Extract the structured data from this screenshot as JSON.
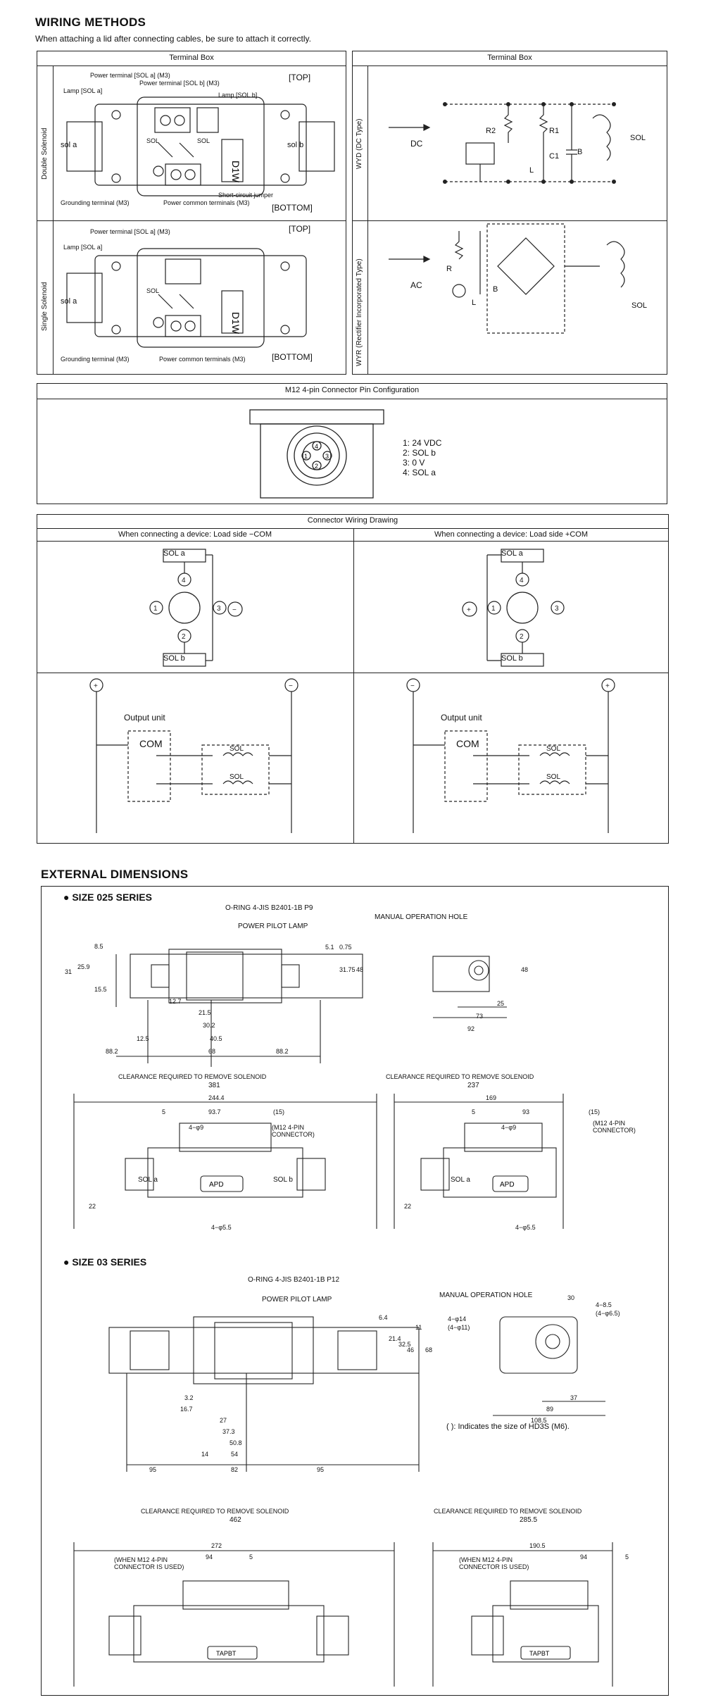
{
  "wiring": {
    "title": "WIRING METHODS",
    "subtitle": "When attaching a lid after connecting cables, be sure to attach it correctly.",
    "terminal_box_label": "Terminal Box",
    "double_solenoid": "Double Solenoid",
    "single_solenoid": "Single Solenoid",
    "wyd": "WYD (DC Type)",
    "wyr": "WYR (Rectifier Incorporated Type)",
    "top": "[TOP]",
    "bottom": "[BOTTOM]",
    "power_sol_a": "Power terminal [SOL a] (M3)",
    "power_sol_b": "Power terminal [SOL b] (M3)",
    "lamp_sol_a": "Lamp [SOL a]",
    "lamp_sol_b": "Lamp [SOL b]",
    "sol_a": "sol a",
    "sol_b": "sol b",
    "grounding": "Grounding terminal (M3)",
    "short_circuit": "Short-circuit jumper",
    "power_common": "Power common terminals (M3)",
    "sol_small": "SOL",
    "dc": "DC",
    "ac": "AC",
    "r1": "R1",
    "r2": "R2",
    "r": "R",
    "c1": "C1",
    "l": "L",
    "b": "B",
    "sol": "SOL"
  },
  "m12": {
    "title": "M12 4-pin Connector Pin Configuration",
    "pins": [
      "1:  24 VDC",
      "2:  SOL b",
      "3:  0 V",
      "4:  SOL a"
    ]
  },
  "connector": {
    "title": "Connector Wiring Drawing",
    "left_header": "When connecting a device: Load side −COM",
    "right_header": "When connecting a device: Load side +COM",
    "sol_a": "SOL a",
    "sol_b": "SOL b",
    "output_unit": "Output unit",
    "com": "COM",
    "sol": "SOL"
  },
  "external": {
    "title": "EXTERNAL DIMENSIONS",
    "size025": "●  SIZE 025 SERIES",
    "size03": "●  SIZE 03 SERIES",
    "oring025": "O-RING 4-JIS B2401-1B P9",
    "oring03": "O-RING 4-JIS B2401-1B P12",
    "pilot_lamp": "POWER PILOT LAMP",
    "manual_hole": "MANUAL OPERATION HOLE",
    "clearance": "CLEARANCE REQUIRED TO REMOVE SOLENOID",
    "clr381": "381",
    "clr237": "237",
    "clr462": "462",
    "clr285": "285.5",
    "m12conn": "(M12 4-PIN CONNECTOR)",
    "when_m12": "(WHEN M12 4-PIN CONNECTOR IS USED)",
    "hd3s_note": "(  ): Indicates the size of HD3S (M6).",
    "sol_a": "SOL a",
    "sol_b": "SOL b",
    "apd": "APD",
    "tapbt": "TAPBT",
    "dims025_top": [
      "8.5",
      "25.9",
      "31",
      "15.5",
      "12.7",
      "21.5",
      "30.2",
      "40.5",
      "12.5",
      "68",
      "88.2",
      "88.2",
      "5.1",
      "0.75",
      "31.75",
      "48"
    ],
    "dims025_side": [
      "48",
      "25",
      "73",
      "92"
    ],
    "dims025_bottom": [
      "244.4",
      "5",
      "93.7",
      "4−φ9",
      "(15)",
      "22",
      "4−φ5.5",
      "169",
      "5",
      "93",
      "4−φ9",
      "(15)",
      "22",
      "4−φ5.5"
    ],
    "dims03_top": [
      "6.4",
      "21.4",
      "32.5",
      "46",
      "11",
      "68",
      "3.2",
      "16.7",
      "27",
      "37.3",
      "50.8",
      "14",
      "54",
      "95",
      "82",
      "95"
    ],
    "dims03_side": [
      "30",
      "4−φ14",
      "(4−φ11)",
      "4−8.5",
      "(4−φ6.5)",
      "37",
      "89",
      "108.5"
    ],
    "dims03_bottom": [
      "272",
      "94",
      "5",
      "190.5",
      "94",
      "5"
    ]
  }
}
